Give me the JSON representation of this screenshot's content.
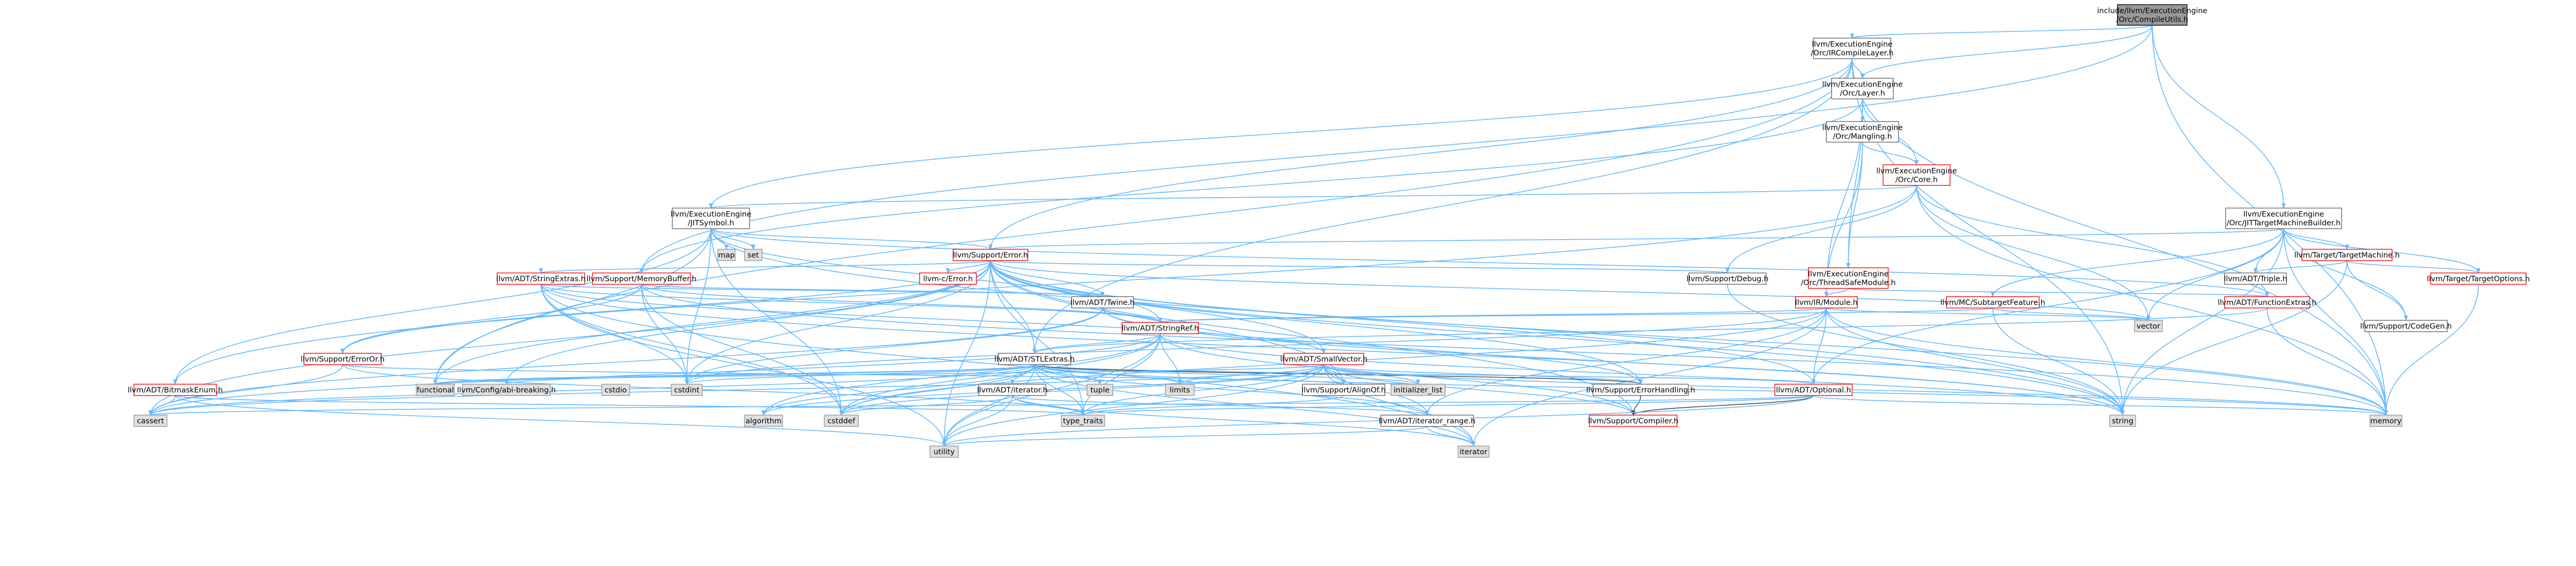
{
  "colors": {
    "edge_blue": "#63b8ff",
    "edge_dark": "#4d4d4d",
    "node_border": "#666666",
    "node_border_red": "#ff0000",
    "node_fill": "#ffffff",
    "node_fill_gray": "#e0e0e0",
    "root_fill": "#999999",
    "text_black": "#000000",
    "text_red": "#ff0000"
  },
  "nodes": [
    {
      "id": "root",
      "lines": [
        "include/llvm/ExecutionEngine",
        "/Orc/CompileUtils.h"
      ],
      "style": "root"
    },
    {
      "id": "irclayer",
      "lines": [
        "llvm/ExecutionEngine",
        "/Orc/IRCompileLayer.h"
      ],
      "style": "plain"
    },
    {
      "id": "layer",
      "lines": [
        "llvm/ExecutionEngine",
        "/Orc/Layer.h"
      ],
      "style": "plain"
    },
    {
      "id": "mangling",
      "lines": [
        "llvm/ExecutionEngine",
        "/Orc/Mangling.h"
      ],
      "style": "plain"
    },
    {
      "id": "core",
      "lines": [
        "llvm/ExecutionEngine",
        "/Orc/Core.h"
      ],
      "style": "red"
    },
    {
      "id": "jtmb",
      "lines": [
        "llvm/ExecutionEngine",
        "/Orc/JITTargetMachineBuilder.h"
      ],
      "style": "plain"
    },
    {
      "id": "jitsymbol",
      "lines": [
        "llvm/ExecutionEngine",
        "/JITSymbol.h"
      ],
      "style": "plain"
    },
    {
      "id": "map",
      "lines": [
        "map"
      ],
      "style": "gray"
    },
    {
      "id": "set",
      "lines": [
        "set"
      ],
      "style": "gray"
    },
    {
      "id": "error",
      "lines": [
        "llvm/Support/Error.h"
      ],
      "style": "red"
    },
    {
      "id": "stringextras",
      "lines": [
        "llvm/ADT/StringExtras.h"
      ],
      "style": "red"
    },
    {
      "id": "membuf",
      "lines": [
        "llvm/Support/MemoryBuffer.h"
      ],
      "style": "red"
    },
    {
      "id": "cerror",
      "lines": [
        "llvm-c/Error.h"
      ],
      "style": "red"
    },
    {
      "id": "debug",
      "lines": [
        "llvm/Support/Debug.h"
      ],
      "style": "plain"
    },
    {
      "id": "tsmodule",
      "lines": [
        "llvm/ExecutionEngine",
        "/Orc/ThreadSafeModule.h"
      ],
      "style": "red"
    },
    {
      "id": "targetmachine",
      "lines": [
        "llvm/Target/TargetMachine.h"
      ],
      "style": "red"
    },
    {
      "id": "triple",
      "lines": [
        "llvm/ADT/Triple.h"
      ],
      "style": "plain"
    },
    {
      "id": "targetoptions",
      "lines": [
        "llvm/Target/TargetOptions.h"
      ],
      "style": "red"
    },
    {
      "id": "twine",
      "lines": [
        "llvm/ADT/Twine.h"
      ],
      "style": "plain"
    },
    {
      "id": "irmodule",
      "lines": [
        "llvm/IR/Module.h"
      ],
      "style": "red"
    },
    {
      "id": "subtargetfeature",
      "lines": [
        "llvm/MC/SubtargetFeature.h"
      ],
      "style": "red"
    },
    {
      "id": "functionextras",
      "lines": [
        "llvm/ADT/FunctionExtras.h"
      ],
      "style": "red"
    },
    {
      "id": "vector",
      "lines": [
        "vector"
      ],
      "style": "gray"
    },
    {
      "id": "codegen",
      "lines": [
        "llvm/Support/CodeGen.h"
      ],
      "style": "plain"
    },
    {
      "id": "stringref",
      "lines": [
        "llvm/ADT/StringRef.h"
      ],
      "style": "red"
    },
    {
      "id": "erroror",
      "lines": [
        "llvm/Support/ErrorOr.h"
      ],
      "style": "red"
    },
    {
      "id": "stlextras",
      "lines": [
        "llvm/ADT/STLExtras.h"
      ],
      "style": "plain"
    },
    {
      "id": "smallvector",
      "lines": [
        "llvm/ADT/SmallVector.h"
      ],
      "style": "red"
    },
    {
      "id": "bitmaskenum",
      "lines": [
        "llvm/ADT/BitmaskEnum.h"
      ],
      "style": "red"
    },
    {
      "id": "functional",
      "lines": [
        "functional"
      ],
      "style": "gray"
    },
    {
      "id": "configbreaking",
      "lines": [
        "llvm/Config/abi-breaking.h"
      ],
      "style": "gray"
    },
    {
      "id": "cstdint",
      "lines": [
        "cstdint"
      ],
      "style": "gray"
    },
    {
      "id": "cstdio",
      "lines": [
        "cstdio"
      ],
      "style": "gray"
    },
    {
      "id": "iteratorh",
      "lines": [
        "llvm/ADT/iterator.h"
      ],
      "style": "plain"
    },
    {
      "id": "tuple",
      "lines": [
        "tuple"
      ],
      "style": "gray"
    },
    {
      "id": "limits",
      "lines": [
        "limits"
      ],
      "style": "gray"
    },
    {
      "id": "initlist",
      "lines": [
        "initializer_list"
      ],
      "style": "gray"
    },
    {
      "id": "alignof",
      "lines": [
        "llvm/Support/AlignOf.h"
      ],
      "style": "plain"
    },
    {
      "id": "errorhandling",
      "lines": [
        "llvm/Support/ErrorHandling.h"
      ],
      "style": "plain"
    },
    {
      "id": "optional",
      "lines": [
        "llvm/ADT/Optional.h"
      ],
      "style": "red"
    },
    {
      "id": "cassert",
      "lines": [
        "cassert"
      ],
      "style": "gray"
    },
    {
      "id": "algorithm",
      "lines": [
        "algorithm"
      ],
      "style": "gray"
    },
    {
      "id": "cstddef",
      "lines": [
        "cstddef"
      ],
      "style": "gray"
    },
    {
      "id": "typetraits",
      "lines": [
        "type_traits"
      ],
      "style": "gray"
    },
    {
      "id": "iterrange",
      "lines": [
        "llvm/ADT/iterator_range.h"
      ],
      "style": "plain"
    },
    {
      "id": "compiler",
      "lines": [
        "llvm/Support/Compiler.h"
      ],
      "style": "red"
    },
    {
      "id": "string",
      "lines": [
        "string"
      ],
      "style": "gray"
    },
    {
      "id": "memory",
      "lines": [
        "memory"
      ],
      "style": "gray"
    },
    {
      "id": "utility",
      "lines": [
        "utility"
      ],
      "style": "gray"
    },
    {
      "id": "iterator",
      "lines": [
        "iterator"
      ],
      "style": "gray"
    }
  ],
  "edges": [
    [
      "root",
      "irclayer"
    ],
    [
      "root",
      "layer"
    ],
    [
      "root",
      "jtmb"
    ],
    [
      "root",
      "membuf"
    ],
    [
      "root",
      "memory"
    ],
    [
      "irclayer",
      "layer"
    ],
    [
      "irclayer",
      "jitsymbol"
    ],
    [
      "irclayer",
      "error"
    ],
    [
      "irclayer",
      "stlextras"
    ],
    [
      "irclayer",
      "functional"
    ],
    [
      "irclayer",
      "memory"
    ],
    [
      "irclayer",
      "string"
    ],
    [
      "layer",
      "mangling"
    ],
    [
      "layer",
      "core"
    ],
    [
      "layer",
      "tsmodule"
    ],
    [
      "layer",
      "irmodule"
    ],
    [
      "layer",
      "membuf"
    ],
    [
      "mangling",
      "core"
    ],
    [
      "mangling",
      "tsmodule"
    ],
    [
      "mangling",
      "irmodule"
    ],
    [
      "core",
      "jitsymbol"
    ],
    [
      "core",
      "debug"
    ],
    [
      "core",
      "functionextras"
    ],
    [
      "core",
      "bitmaskenum"
    ],
    [
      "core",
      "memory"
    ],
    [
      "core",
      "vector"
    ],
    [
      "jtmb",
      "triple"
    ],
    [
      "jtmb",
      "targetmachine"
    ],
    [
      "jtmb",
      "targetoptions"
    ],
    [
      "jtmb",
      "subtargetfeature"
    ],
    [
      "jtmb",
      "optional"
    ],
    [
      "jtmb",
      "error"
    ],
    [
      "jtmb",
      "codegen"
    ],
    [
      "jtmb",
      "memory"
    ],
    [
      "jtmb",
      "string"
    ],
    [
      "jtmb",
      "vector"
    ],
    [
      "jitsymbol",
      "map"
    ],
    [
      "jitsymbol",
      "set"
    ],
    [
      "jitsymbol",
      "error"
    ],
    [
      "jitsymbol",
      "stringref"
    ],
    [
      "jitsymbol",
      "bitmaskenum"
    ],
    [
      "jitsymbol",
      "functionextras"
    ],
    [
      "jitsymbol",
      "cstdint"
    ],
    [
      "jitsymbol",
      "cstddef"
    ],
    [
      "jitsymbol",
      "functional"
    ],
    [
      "jitsymbol",
      "string"
    ],
    [
      "error",
      "cerror"
    ],
    [
      "error",
      "stringextras"
    ],
    [
      "error",
      "twine"
    ],
    [
      "error",
      "debug"
    ],
    [
      "error",
      "errorhandling"
    ],
    [
      "error",
      "erroror"
    ],
    [
      "error",
      "abi"
    ],
    [
      "error",
      "configbreaking"
    ],
    [
      "error",
      "alignof"
    ],
    [
      "error",
      "compiler"
    ],
    [
      "error",
      "stlextras"
    ],
    [
      "error",
      "smallvector"
    ],
    [
      "error",
      "cassert"
    ],
    [
      "error",
      "cstdint"
    ],
    [
      "error",
      "cstdlib"
    ],
    [
      "error",
      "functional"
    ],
    [
      "error",
      "memory"
    ],
    [
      "error",
      "new"
    ],
    [
      "error",
      "optional"
    ],
    [
      "error",
      "string"
    ],
    [
      "error",
      "system_error"
    ],
    [
      "error",
      "typetraits"
    ],
    [
      "error",
      "utility"
    ],
    [
      "error",
      "vector"
    ],
    [
      "stringextras",
      "stringref"
    ],
    [
      "stringextras",
      "twine"
    ],
    [
      "stringextras",
      "smallvector"
    ],
    [
      "stringextras",
      "iterator"
    ],
    [
      "stringextras",
      "string"
    ],
    [
      "stringextras",
      "utility"
    ],
    [
      "stringextras",
      "cstdint"
    ],
    [
      "stringextras",
      "cstddef"
    ],
    [
      "membuf",
      "stringref"
    ],
    [
      "membuf",
      "twine"
    ],
    [
      "membuf",
      "erroror"
    ],
    [
      "membuf",
      "cstddef"
    ],
    [
      "membuf",
      "cstdint"
    ],
    [
      "membuf",
      "memory"
    ],
    [
      "debug",
      "string"
    ],
    [
      "tsmodule",
      "irmodule"
    ],
    [
      "tsmodule",
      "functionextras"
    ],
    [
      "targetmachine",
      "triple"
    ],
    [
      "targetmachine",
      "targetoptions"
    ],
    [
      "targetmachine",
      "codegen"
    ],
    [
      "targetmachine",
      "string"
    ],
    [
      "targetoptions",
      "memory"
    ],
    [
      "twine",
      "stringref"
    ],
    [
      "twine",
      "errorhandling"
    ],
    [
      "twine",
      "cassert"
    ],
    [
      "twine",
      "cstdint"
    ],
    [
      "twine",
      "string"
    ],
    [
      "irmodule",
      "stringref"
    ],
    [
      "irmodule",
      "optional"
    ],
    [
      "irmodule",
      "iterrange"
    ],
    [
      "irmodule",
      "cstddef"
    ],
    [
      "irmodule",
      "cstdint"
    ],
    [
      "irmodule",
      "iterator"
    ],
    [
      "irmodule",
      "memory"
    ],
    [
      "irmodule",
      "string"
    ],
    [
      "irmodule",
      "vector"
    ],
    [
      "subtargetfeature",
      "stringref"
    ],
    [
      "subtargetfeature",
      "string"
    ],
    [
      "subtargetfeature",
      "vector"
    ],
    [
      "functionextras",
      "stlextras"
    ],
    [
      "functionextras",
      "memory"
    ],
    [
      "stringref",
      "stlextras"
    ],
    [
      "stringref",
      "compiler"
    ],
    [
      "stringref",
      "algorithm"
    ],
    [
      "stringref",
      "cassert"
    ],
    [
      "stringref",
      "cstddef"
    ],
    [
      "stringref",
      "limits"
    ],
    [
      "stringref",
      "string"
    ],
    [
      "stringref",
      "typetraits"
    ],
    [
      "stringref",
      "utility"
    ],
    [
      "erroror",
      "alignof"
    ],
    [
      "erroror",
      "cassert"
    ],
    [
      "erroror",
      "typetraits"
    ],
    [
      "stlextras",
      "iteratorh"
    ],
    [
      "stlextras",
      "iterrange"
    ],
    [
      "stlextras",
      "optional"
    ],
    [
      "stlextras",
      "configbreaking"
    ],
    [
      "stlextras",
      "errorhandling"
    ],
    [
      "stlextras",
      "algorithm"
    ],
    [
      "stlextras",
      "cassert"
    ],
    [
      "stlextras",
      "cstddef"
    ],
    [
      "stlextras",
      "cstdint"
    ],
    [
      "stlextras",
      "cstdlib"
    ],
    [
      "stlextras",
      "functional"
    ],
    [
      "stlextras",
      "initlist"
    ],
    [
      "stlextras",
      "iterator"
    ],
    [
      "stlextras",
      "limits"
    ],
    [
      "stlextras",
      "memory"
    ],
    [
      "stlextras",
      "tuple"
    ],
    [
      "stlextras",
      "typetraits"
    ],
    [
      "stlextras",
      "utility"
    ],
    [
      "smallvector",
      "iterrange"
    ],
    [
      "smallvector",
      "compiler"
    ],
    [
      "smallvector",
      "algorithm"
    ],
    [
      "smallvector",
      "cassert"
    ],
    [
      "smallvector",
      "cstddef"
    ],
    [
      "smallvector",
      "cstdlib"
    ],
    [
      "smallvector",
      "cstring"
    ],
    [
      "smallvector",
      "functional"
    ],
    [
      "smallvector",
      "initlist"
    ],
    [
      "smallvector",
      "iterator"
    ],
    [
      "smallvector",
      "limits"
    ],
    [
      "smallvector",
      "memory"
    ],
    [
      "smallvector",
      "new"
    ],
    [
      "smallvector",
      "typetraits"
    ],
    [
      "smallvector",
      "utility"
    ],
    [
      "smallvector",
      "errorhandling"
    ],
    [
      "smallvector",
      "alignof"
    ],
    [
      "bitmaskenum",
      "cassert"
    ],
    [
      "bitmaskenum",
      "typetraits"
    ],
    [
      "bitmaskenum",
      "utility"
    ],
    [
      "iteratorh",
      "iterrange"
    ],
    [
      "iteratorh",
      "cstddef"
    ],
    [
      "iteratorh",
      "iterator"
    ],
    [
      "iteratorh",
      "typetraits"
    ],
    [
      "iteratorh",
      "utility"
    ],
    [
      "alignof",
      "typetraits"
    ],
    [
      "errorhandling",
      "compiler"
    ],
    [
      "optional",
      "compiler"
    ],
    [
      "optional",
      "typetraits"
    ],
    [
      "optional",
      "cassert"
    ],
    [
      "optional",
      "memory"
    ],
    [
      "optional",
      "new"
    ],
    [
      "optional",
      "utility"
    ],
    [
      "iterrange",
      "iterator"
    ],
    [
      "iterrange",
      "utility"
    ]
  ]
}
